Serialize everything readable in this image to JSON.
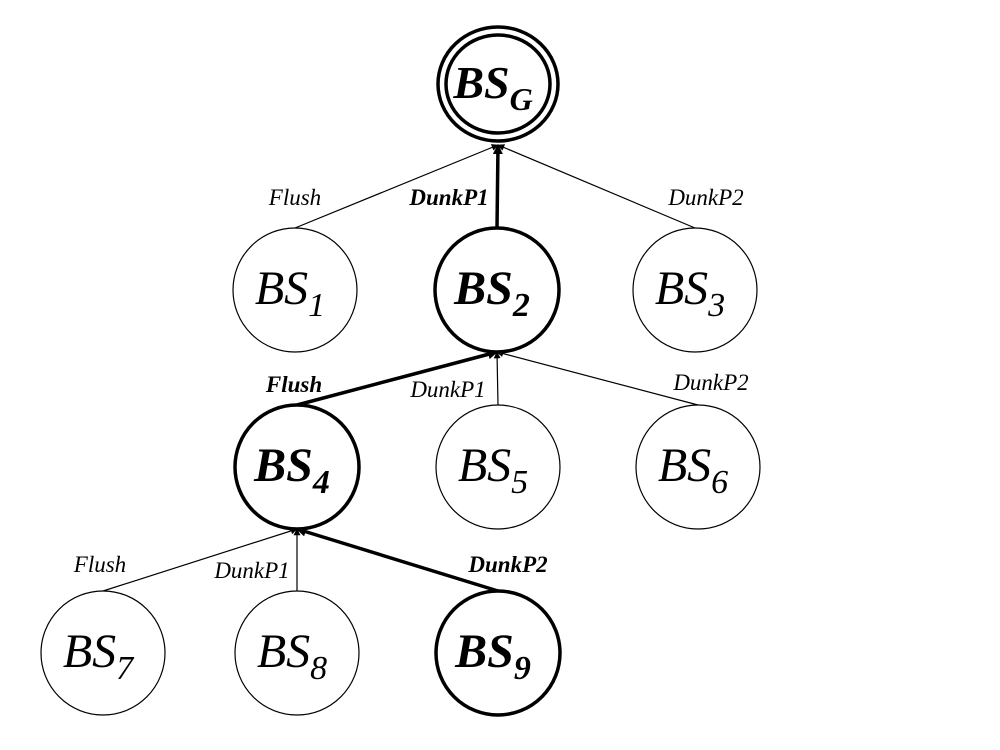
{
  "nodes": [
    {
      "id": "G",
      "base": "BS",
      "sub": "G",
      "bold": true,
      "goal": true
    },
    {
      "id": "1",
      "base": "BS",
      "sub": "1",
      "bold": false,
      "goal": false
    },
    {
      "id": "2",
      "base": "BS",
      "sub": "2",
      "bold": true,
      "goal": false
    },
    {
      "id": "3",
      "base": "BS",
      "sub": "3",
      "bold": false,
      "goal": false
    },
    {
      "id": "4",
      "base": "BS",
      "sub": "4",
      "bold": true,
      "goal": false
    },
    {
      "id": "5",
      "base": "BS",
      "sub": "5",
      "bold": false,
      "goal": false
    },
    {
      "id": "6",
      "base": "BS",
      "sub": "6",
      "bold": false,
      "goal": false
    },
    {
      "id": "7",
      "base": "BS",
      "sub": "7",
      "bold": false,
      "goal": false
    },
    {
      "id": "8",
      "base": "BS",
      "sub": "8",
      "bold": false,
      "goal": false
    },
    {
      "id": "9",
      "base": "BS",
      "sub": "9",
      "bold": true,
      "goal": false
    }
  ],
  "edges": [
    {
      "from": "1",
      "to": "G",
      "label": "Flush",
      "bold": false
    },
    {
      "from": "2",
      "to": "G",
      "label": "DunkP1",
      "bold": true
    },
    {
      "from": "3",
      "to": "G",
      "label": "DunkP2",
      "bold": false
    },
    {
      "from": "4",
      "to": "2",
      "label": "Flush",
      "bold": true
    },
    {
      "from": "5",
      "to": "2",
      "label": "DunkP1",
      "bold": false
    },
    {
      "from": "6",
      "to": "2",
      "label": "DunkP2",
      "bold": false
    },
    {
      "from": "7",
      "to": "4",
      "label": "Flush",
      "bold": false
    },
    {
      "from": "8",
      "to": "4",
      "label": "DunkP1",
      "bold": false
    },
    {
      "from": "9",
      "to": "4",
      "label": "DunkP2",
      "bold": true
    }
  ]
}
